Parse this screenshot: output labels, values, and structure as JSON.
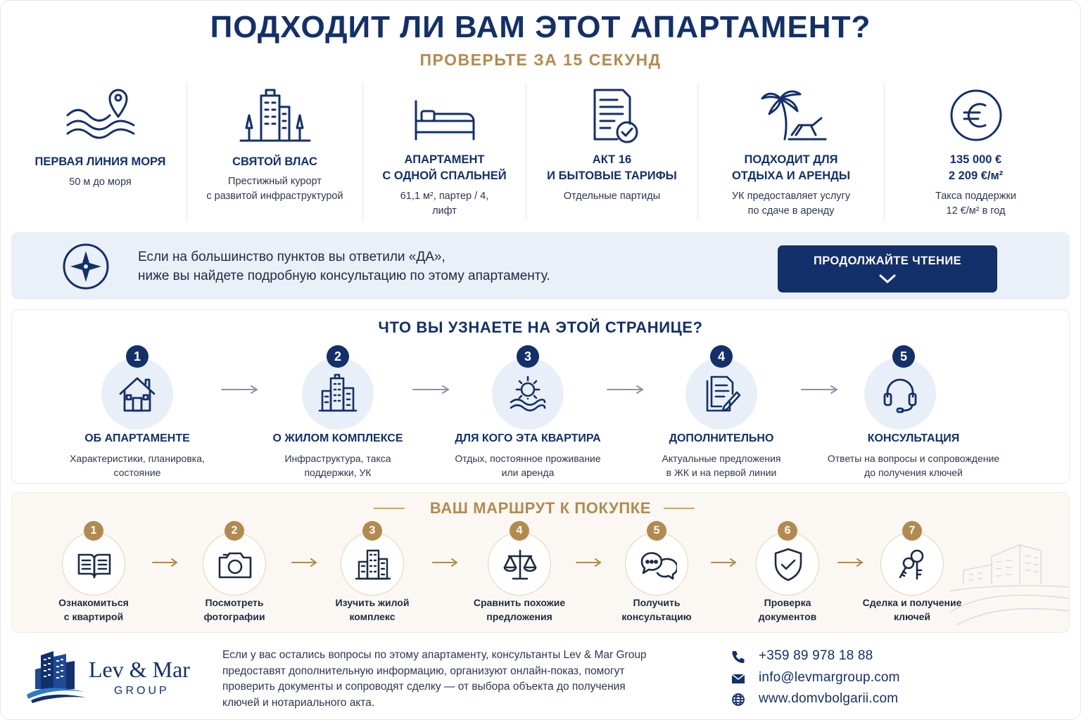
{
  "header": {
    "title": "ПОДХОДИТ ЛИ ВАМ ЭТОТ АПАРТАМЕНТ?",
    "subtitle": "ПРОВЕРЬТЕ ЗА 15 СЕКУНД"
  },
  "features": [
    {
      "icon": "sea-location-icon",
      "title_lines": [
        "ПЕРВАЯ ЛИНИЯ МОРЯ"
      ],
      "text_lines": [
        "50 м до моря"
      ]
    },
    {
      "icon": "resort-buildings-icon",
      "title_lines": [
        "СВЯТОЙ ВЛАС"
      ],
      "text_lines": [
        "Престижный курорт",
        "с развитой инфраструктурой"
      ]
    },
    {
      "icon": "bed-icon",
      "title_lines": [
        "АПАРТАМЕНТ",
        "С ОДНОЙ СПАЛЬНЕЙ"
      ],
      "text_lines": [
        "61,1 м², партер / 4,",
        "лифт"
      ]
    },
    {
      "icon": "document-check-icon",
      "title_lines": [
        "АКТ 16",
        "И БЫТОВЫЕ ТАРИФЫ"
      ],
      "text_lines": [
        "Отдельные партиды"
      ]
    },
    {
      "icon": "palm-lounger-icon",
      "title_lines": [
        "ПОДХОДИТ ДЛЯ",
        "ОТДЫХА И АРЕНДЫ"
      ],
      "text_lines": [
        "УК предоставляет услугу",
        "по сдаче в аренду"
      ]
    },
    {
      "icon": "euro-icon",
      "title_lines": [
        "135 000 €",
        "2 209 €/м²"
      ],
      "text_lines": [
        "Такса поддержки",
        "12 €/м² в год"
      ]
    }
  ],
  "banner": {
    "icon": "compass-icon",
    "text_lines": [
      "Если на большинство пунктов вы ответили «ДА»,",
      "ниже вы найдете подробную консультацию по этому апартаменту."
    ],
    "button_label": "ПРОДОЛЖАЙТЕ ЧТЕНИЕ"
  },
  "learn": {
    "title": "ЧТО ВЫ УЗНАЕТЕ НА ЭТОЙ СТРАНИЦЕ?",
    "items": [
      {
        "num": "1",
        "icon": "house-icon",
        "title": "ОБ АПАРТАМЕНТЕ",
        "text_lines": [
          "Характеристики, планировка,",
          "состояние"
        ]
      },
      {
        "num": "2",
        "icon": "residential-complex-icon",
        "title": "О ЖИЛОМ КОМПЛЕКСЕ",
        "text_lines": [
          "Инфраструктура, такса",
          "поддержки, УК"
        ]
      },
      {
        "num": "3",
        "icon": "sun-sea-icon",
        "title": "ДЛЯ КОГО ЭТА КВАРТИРА",
        "text_lines": [
          "Отдых, постоянное проживание",
          "или аренда"
        ]
      },
      {
        "num": "4",
        "icon": "documents-pen-icon",
        "title": "ДОПОЛНИТЕЛЬНО",
        "text_lines": [
          "Актуальные предложения",
          "в ЖК и на первой линии"
        ]
      },
      {
        "num": "5",
        "icon": "headset-icon",
        "title": "КОНСУЛЬТАЦИЯ",
        "text_lines": [
          "Ответы на вопросы и сопровождение",
          "до получения ключей"
        ]
      }
    ]
  },
  "route": {
    "title": "ВАШ МАРШРУТ К ПОКУПКЕ",
    "steps": [
      {
        "num": "1",
        "icon": "open-book-icon",
        "label_lines": [
          "Ознакомиться",
          "с квартирой"
        ]
      },
      {
        "num": "2",
        "icon": "camera-icon",
        "label_lines": [
          "Посмотреть",
          "фотографии"
        ]
      },
      {
        "num": "3",
        "icon": "buildings-icon",
        "label_lines": [
          "Изучить жилой",
          "комплекс"
        ]
      },
      {
        "num": "4",
        "icon": "scales-icon",
        "label_lines": [
          "Сравнить похожие",
          "предложения"
        ]
      },
      {
        "num": "5",
        "icon": "chat-bubbles-icon",
        "label_lines": [
          "Получить",
          "консультацию"
        ]
      },
      {
        "num": "6",
        "icon": "shield-check-icon",
        "label_lines": [
          "Проверка",
          "документов"
        ]
      },
      {
        "num": "7",
        "icon": "keys-icon",
        "label_lines": [
          "Сделка и получение",
          "ключей"
        ]
      }
    ]
  },
  "footer": {
    "logo_name": "Lev & Mar",
    "logo_group": "GROUP",
    "text_lines": [
      "Если у вас остались вопросы по этому апартаменту, консультанты Lev & Mar Group",
      "предоставят дополнительную информацию, организуют онлайн-показ, помогут",
      "проверить документы и сопроводят сделку — от выбора объекта до получения",
      "ключей и нотариального акта."
    ],
    "contacts": [
      {
        "icon": "phone-icon",
        "value": "+359 89 978 18 88"
      },
      {
        "icon": "mail-icon",
        "value": "info@levmargroup.com"
      },
      {
        "icon": "globe-icon",
        "value": "www.domvbolgarii.com"
      }
    ]
  },
  "colors": {
    "navy": "#13306b",
    "gold": "#b38a4e",
    "banner_bg": "#eaf0f8",
    "route_bg": "#fbf8f3"
  }
}
